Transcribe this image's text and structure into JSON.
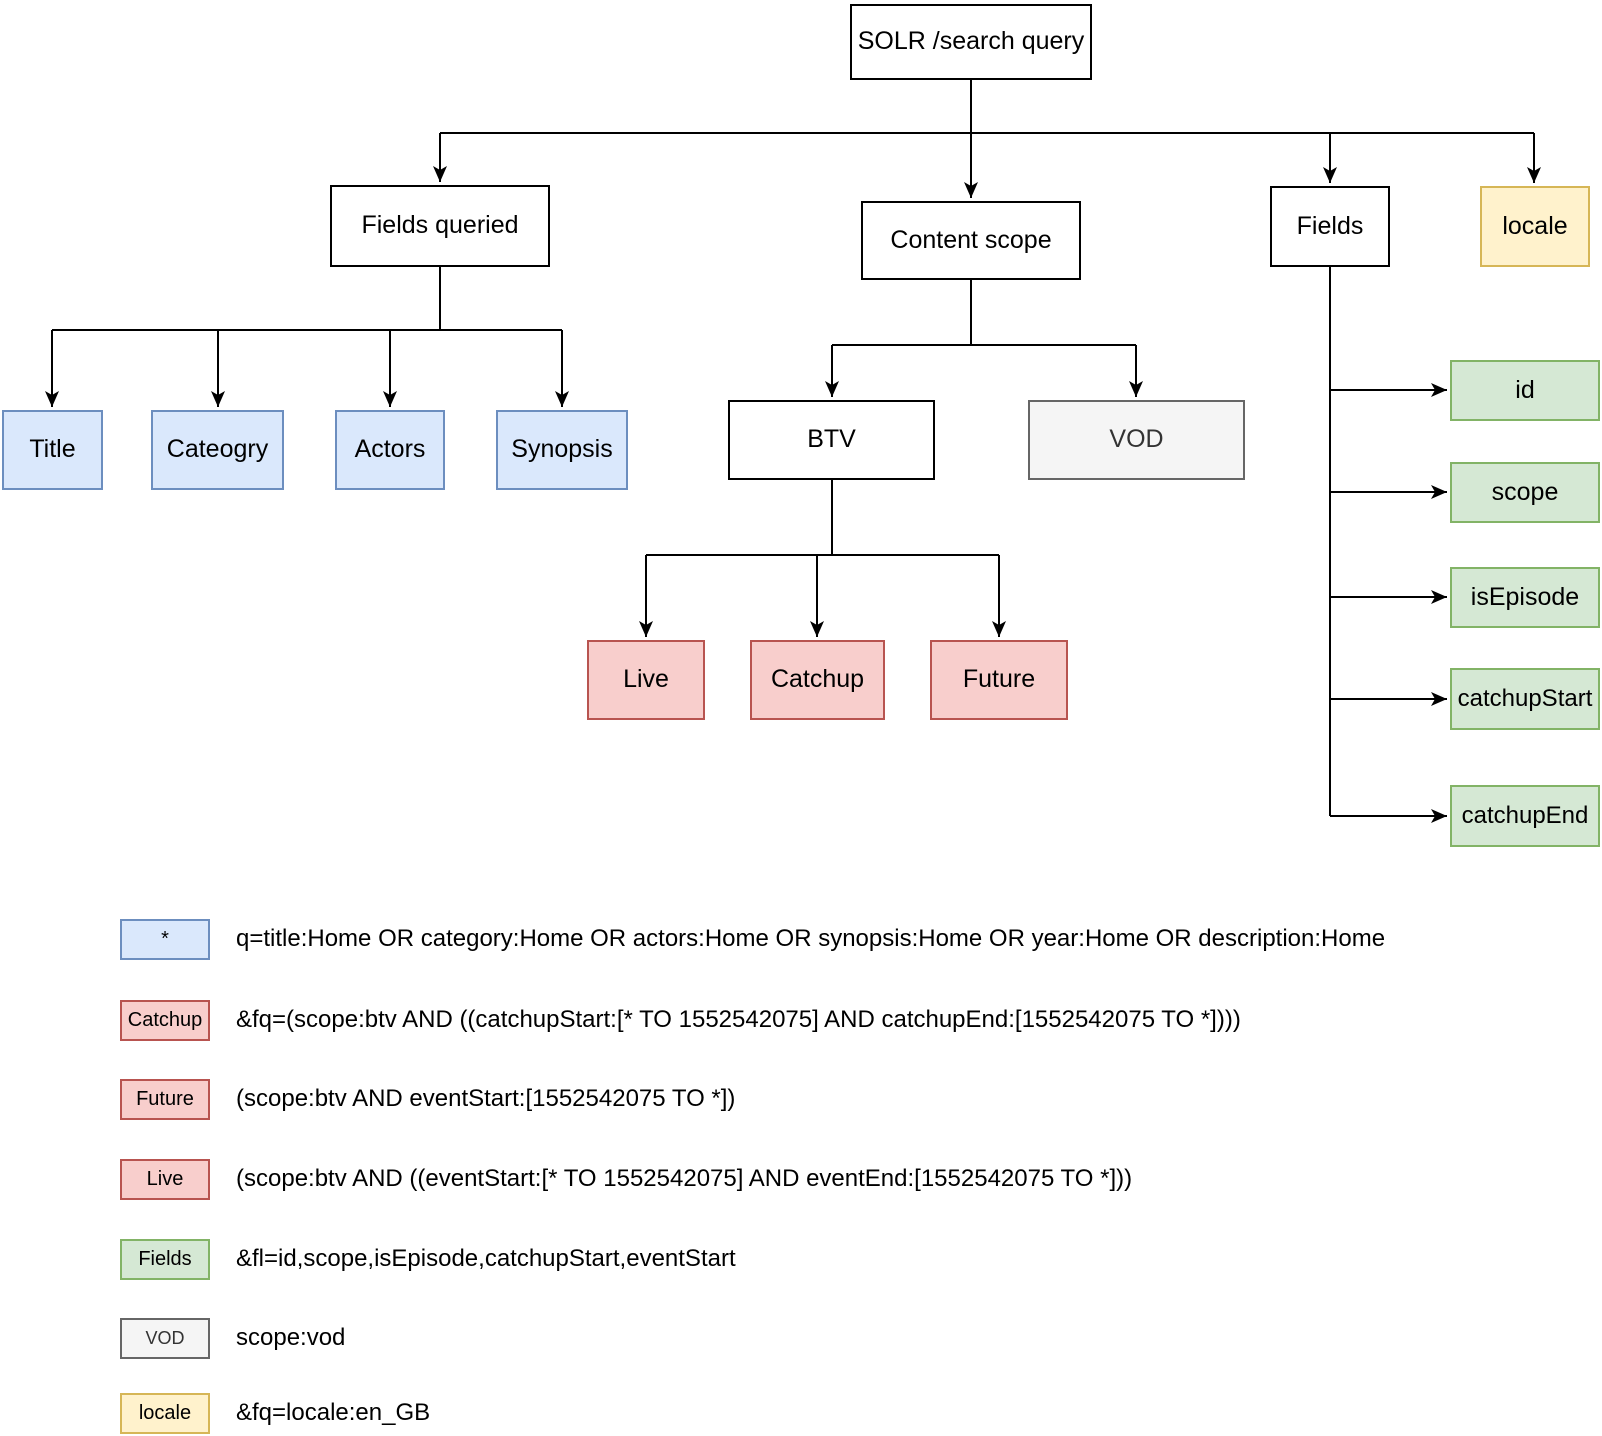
{
  "nodes": {
    "solr": "SOLR /search query",
    "fields_queried": "Fields queried",
    "content_scope": "Content scope",
    "fields": "Fields",
    "locale": "locale",
    "title": "Title",
    "cateogry": "Cateogry",
    "actors": "Actors",
    "synopsis": "Synopsis",
    "btv": "BTV",
    "vod": "VOD",
    "live": "Live",
    "catchup": "Catchup",
    "future": "Future",
    "field_id": "id",
    "field_scope": "scope",
    "field_isEpisode": "isEpisode",
    "field_catchupStart": "catchupStart",
    "field_catchupEnd": "catchupEnd"
  },
  "legend": {
    "rows": [
      {
        "box": "*",
        "color": "blue",
        "text": "q=title:Home OR category:Home OR actors:Home OR synopsis:Home OR year:Home OR description:Home"
      },
      {
        "box": "Catchup",
        "color": "red",
        "text": "&fq=(scope:btv AND ((catchupStart:[* TO 1552542075] AND catchupEnd:[1552542075 TO *])))"
      },
      {
        "box": "Future",
        "color": "red",
        "text": "(scope:btv AND eventStart:[1552542075 TO *])"
      },
      {
        "box": "Live",
        "color": "red",
        "text": "(scope:btv AND ((eventStart:[* TO 1552542075] AND eventEnd:[1552542075 TO *]))"
      },
      {
        "box": "Fields",
        "color": "green",
        "text": "&fl=id,scope,isEpisode,catchupStart,eventStart"
      },
      {
        "box": "VOD",
        "color": "gray",
        "text": "scope:vod"
      },
      {
        "box": "locale",
        "color": "yellow",
        "text": "&fq=locale:en_GB"
      }
    ]
  },
  "palette": {
    "node_border": "#000000",
    "blue_fill": "#dae8fc",
    "blue_border": "#6c8ebf",
    "red_fill": "#f8cecc",
    "red_border": "#b85450",
    "green_fill": "#d5e8d4",
    "green_border": "#82b366",
    "yellow_fill": "#fff2cc",
    "yellow_border": "#d6b656",
    "gray_fill": "#f5f5f5",
    "gray_border": "#666666"
  }
}
